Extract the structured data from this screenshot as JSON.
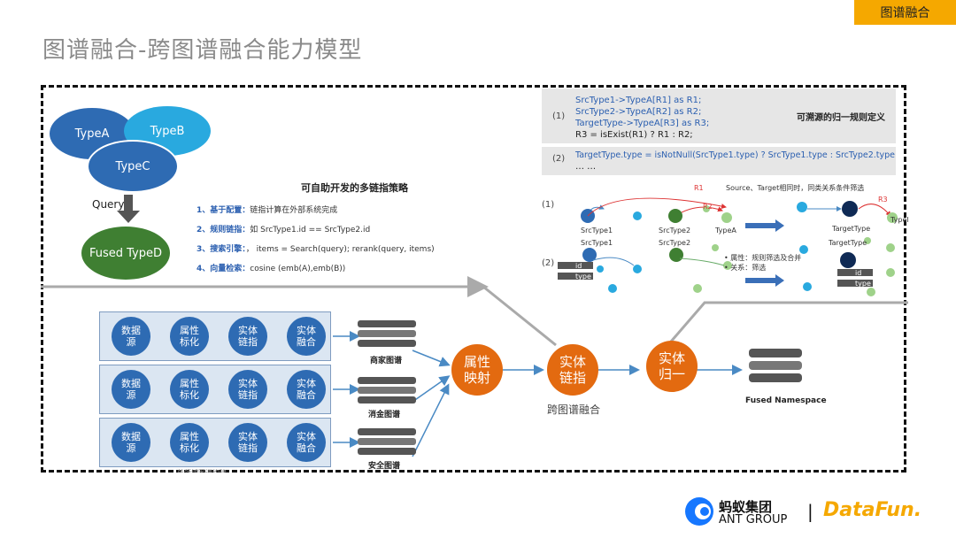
{
  "tag": "图谱融合",
  "title": "图谱融合-跨图谱融合能力模型",
  "types": {
    "a": "TypeA",
    "b": "TypeB",
    "c": "TypeC",
    "query": "Query",
    "fused": "Fused TypeD"
  },
  "strategy": {
    "title": "可自助开发的多链指策略",
    "items": [
      {
        "key": "1、基于配置：",
        "text": "链指计算在外部系统完成"
      },
      {
        "key": "2、规则链指：",
        "text": "如 SrcType1.id == SrcType2.id"
      },
      {
        "key": "3、搜索引擎：",
        "text": "，  items = Search(query);   rerank(query, items)"
      },
      {
        "key": "4、向量检索：",
        "text": "cosine   (emb(A),emb(B))"
      }
    ]
  },
  "code": {
    "n1": "(1)",
    "lines": [
      "SrcType1->TypeA[R1] as R1;",
      "SrcType2->TypeA[R2] as R2;",
      "TargetType->TypeA[R3] as R3;",
      "R3 = isExist(R1) ? R1 : R2;"
    ],
    "note": "可溯源的归一规则定义",
    "n2": "(2)",
    "line2": "TargetType.type = isNotNull(SrcType1.type) ? SrcType1.type : SrcType2.type",
    "line3": "… …"
  },
  "rule_diagram": {
    "note": "Source、Target相同时，同类关系条件筛选",
    "n1": "(1)",
    "n2": "(2)",
    "r1": "R1",
    "r2": "R2",
    "r3": "R3",
    "src1": "SrcType1",
    "src2": "SrcType2",
    "typea": "TypeA",
    "target": "TargetType",
    "typei": "TypeI",
    "bullet1": "属性：规则筛选及合并",
    "bullet2": "关系：筛选",
    "id": "id",
    "type": "type"
  },
  "lanes": [
    {
      "steps": [
        "数据\n源",
        "属性\n标化",
        "实体\n链指",
        "实体\n融合"
      ],
      "db": "商家图谱"
    },
    {
      "steps": [
        "数据\n源",
        "属性\n标化",
        "实体\n链指",
        "实体\n融合"
      ],
      "db": "消金图谱"
    },
    {
      "steps": [
        "数据\n源",
        "属性\n标化",
        "实体\n链指",
        "实体\n融合"
      ],
      "db": "安全图谱"
    }
  ],
  "cut_caption": "单领域图谱构建",
  "big": {
    "map": "属性\n映射",
    "link": "实体\n链指",
    "norm": "实体\n归一"
  },
  "cross_label": "跨图谱融合",
  "fused_ns": "Fused Namespace",
  "logo": {
    "ant_cn": "蚂蚁集团",
    "ant_en": "ANT GROUP",
    "sep": "|",
    "datafun": "DataFun."
  },
  "colors": {
    "accent": "#f5a800",
    "orange": "#e36a10",
    "blue": "#2e6bb3",
    "green": "#3f7f32"
  }
}
